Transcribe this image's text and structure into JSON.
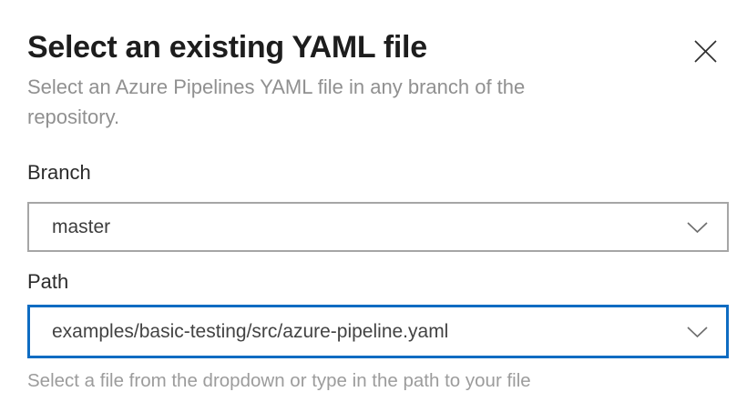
{
  "dialog": {
    "title": "Select an existing YAML file",
    "subtitle": "Select an Azure Pipelines YAML file in any branch of the repository."
  },
  "branch": {
    "label": "Branch",
    "value": "master"
  },
  "path": {
    "label": "Path",
    "value": "examples/basic-testing/src/azure-pipeline.yaml",
    "helper_text": "Select a file from the dropdown or type in the path to your file"
  },
  "icons": {
    "close": "close-icon",
    "branch_chevron": "chevron-down-icon",
    "path_chevron": "chevron-down-icon"
  },
  "colors": {
    "title_text": "#1d1d1d",
    "secondary_text": "#909090",
    "label_text": "#2b2b2b",
    "field_text": "#3d3d3d",
    "field_border": "#a6a6a6",
    "focus_border": "#0e6cc2",
    "icon_stroke": "#6e6e6e",
    "background": "#ffffff"
  }
}
